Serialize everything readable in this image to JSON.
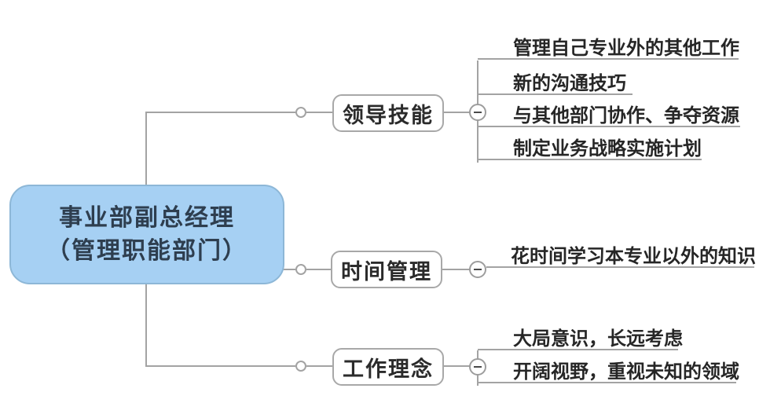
{
  "mindmap": {
    "root": {
      "line1": "事业部副总经理",
      "line2": "（管理职能部门）"
    },
    "branches": [
      {
        "label": "领导技能",
        "children": [
          "管理自己专业外的其他工作",
          "新的沟通技巧",
          "与其他部门协作、争夺资源",
          "制定业务战略实施计划"
        ]
      },
      {
        "label": "时间管理",
        "children": [
          "花时间学习本专业以外的知识"
        ]
      },
      {
        "label": "工作理念",
        "children": [
          "大局意识，长远考虑",
          "开阔视野，重视未知的领域"
        ]
      }
    ],
    "colors": {
      "root_fill": "#a6d0f3",
      "root_border": "#8db7d7",
      "root_text": "#2e3e4f",
      "node_border": "#a8a8a8",
      "line": "#a3a3a3",
      "text": "#262626",
      "background": "#ffffff"
    }
  }
}
